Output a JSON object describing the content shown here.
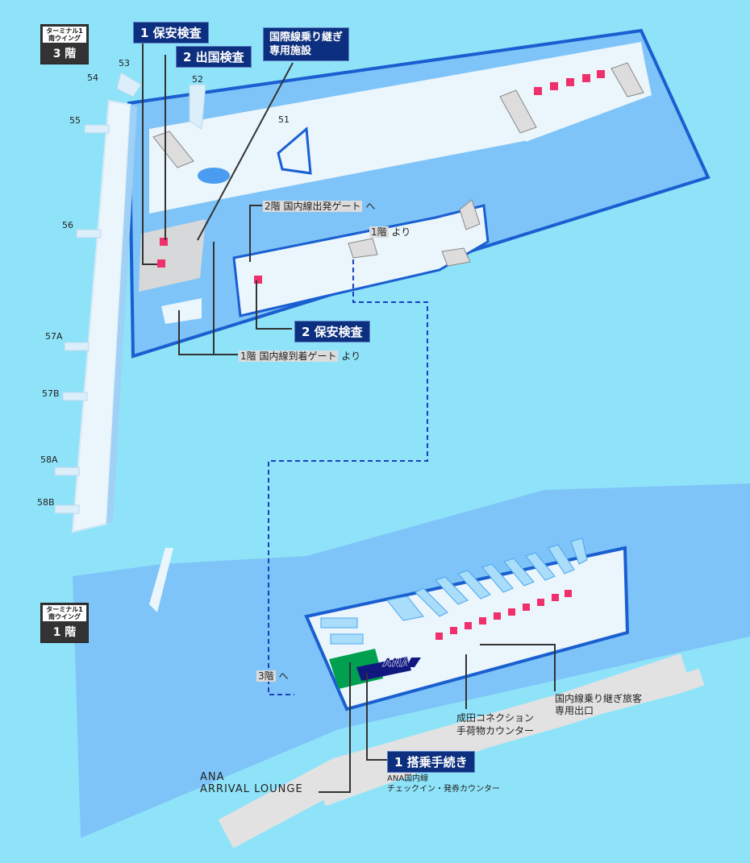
{
  "floor_badges": [
    {
      "line1": "ターミナル1",
      "line2": "南ウイング",
      "floor": "3 階"
    },
    {
      "line1": "ターミナル1",
      "line2": "南ウイング",
      "floor": "1 階"
    }
  ],
  "gates": [
    "53",
    "54",
    "52",
    "55",
    "51",
    "56",
    "57A",
    "57B",
    "58A",
    "58B"
  ],
  "callouts": {
    "security1": "1 保安検査",
    "emigration2": "2 出国検査",
    "transfer_facility": [
      "国際線乗り継ぎ",
      "専用施設"
    ],
    "security2": "2 保安検査",
    "checkin1": "1 搭乗手続き"
  },
  "labels": {
    "to_domestic_departure": {
      "floor": "2階",
      "text": "国内線出発ゲート",
      "suffix": "へ"
    },
    "from_1f": {
      "floor": "1階",
      "suffix": "より"
    },
    "from_domestic_arrival": {
      "floor": "1階",
      "text": "国内線到着ゲート",
      "suffix": "より"
    },
    "to_3f": {
      "floor": "3階",
      "suffix": "へ"
    },
    "domestic_transfer_exit": [
      "国内線乗り継ぎ旅客",
      "専用出口"
    ],
    "baggage_counter": [
      "成田コネクション",
      "手荷物カウンター"
    ],
    "ana_counter": [
      "ANA国内線",
      "チェックイン・発券カウンター"
    ],
    "lounge": [
      "ANA",
      "ARRIVAL LOUNGE"
    ],
    "ana_logo": "ANA"
  },
  "colors": {
    "background": "#8fe3f9",
    "building": "#7fc4f8",
    "floor": "#eaf5fc",
    "edge": "#1a5fd0",
    "navy": "#0d2f7f",
    "security_red": "#f0306a",
    "lounge_green": "#00a050"
  }
}
